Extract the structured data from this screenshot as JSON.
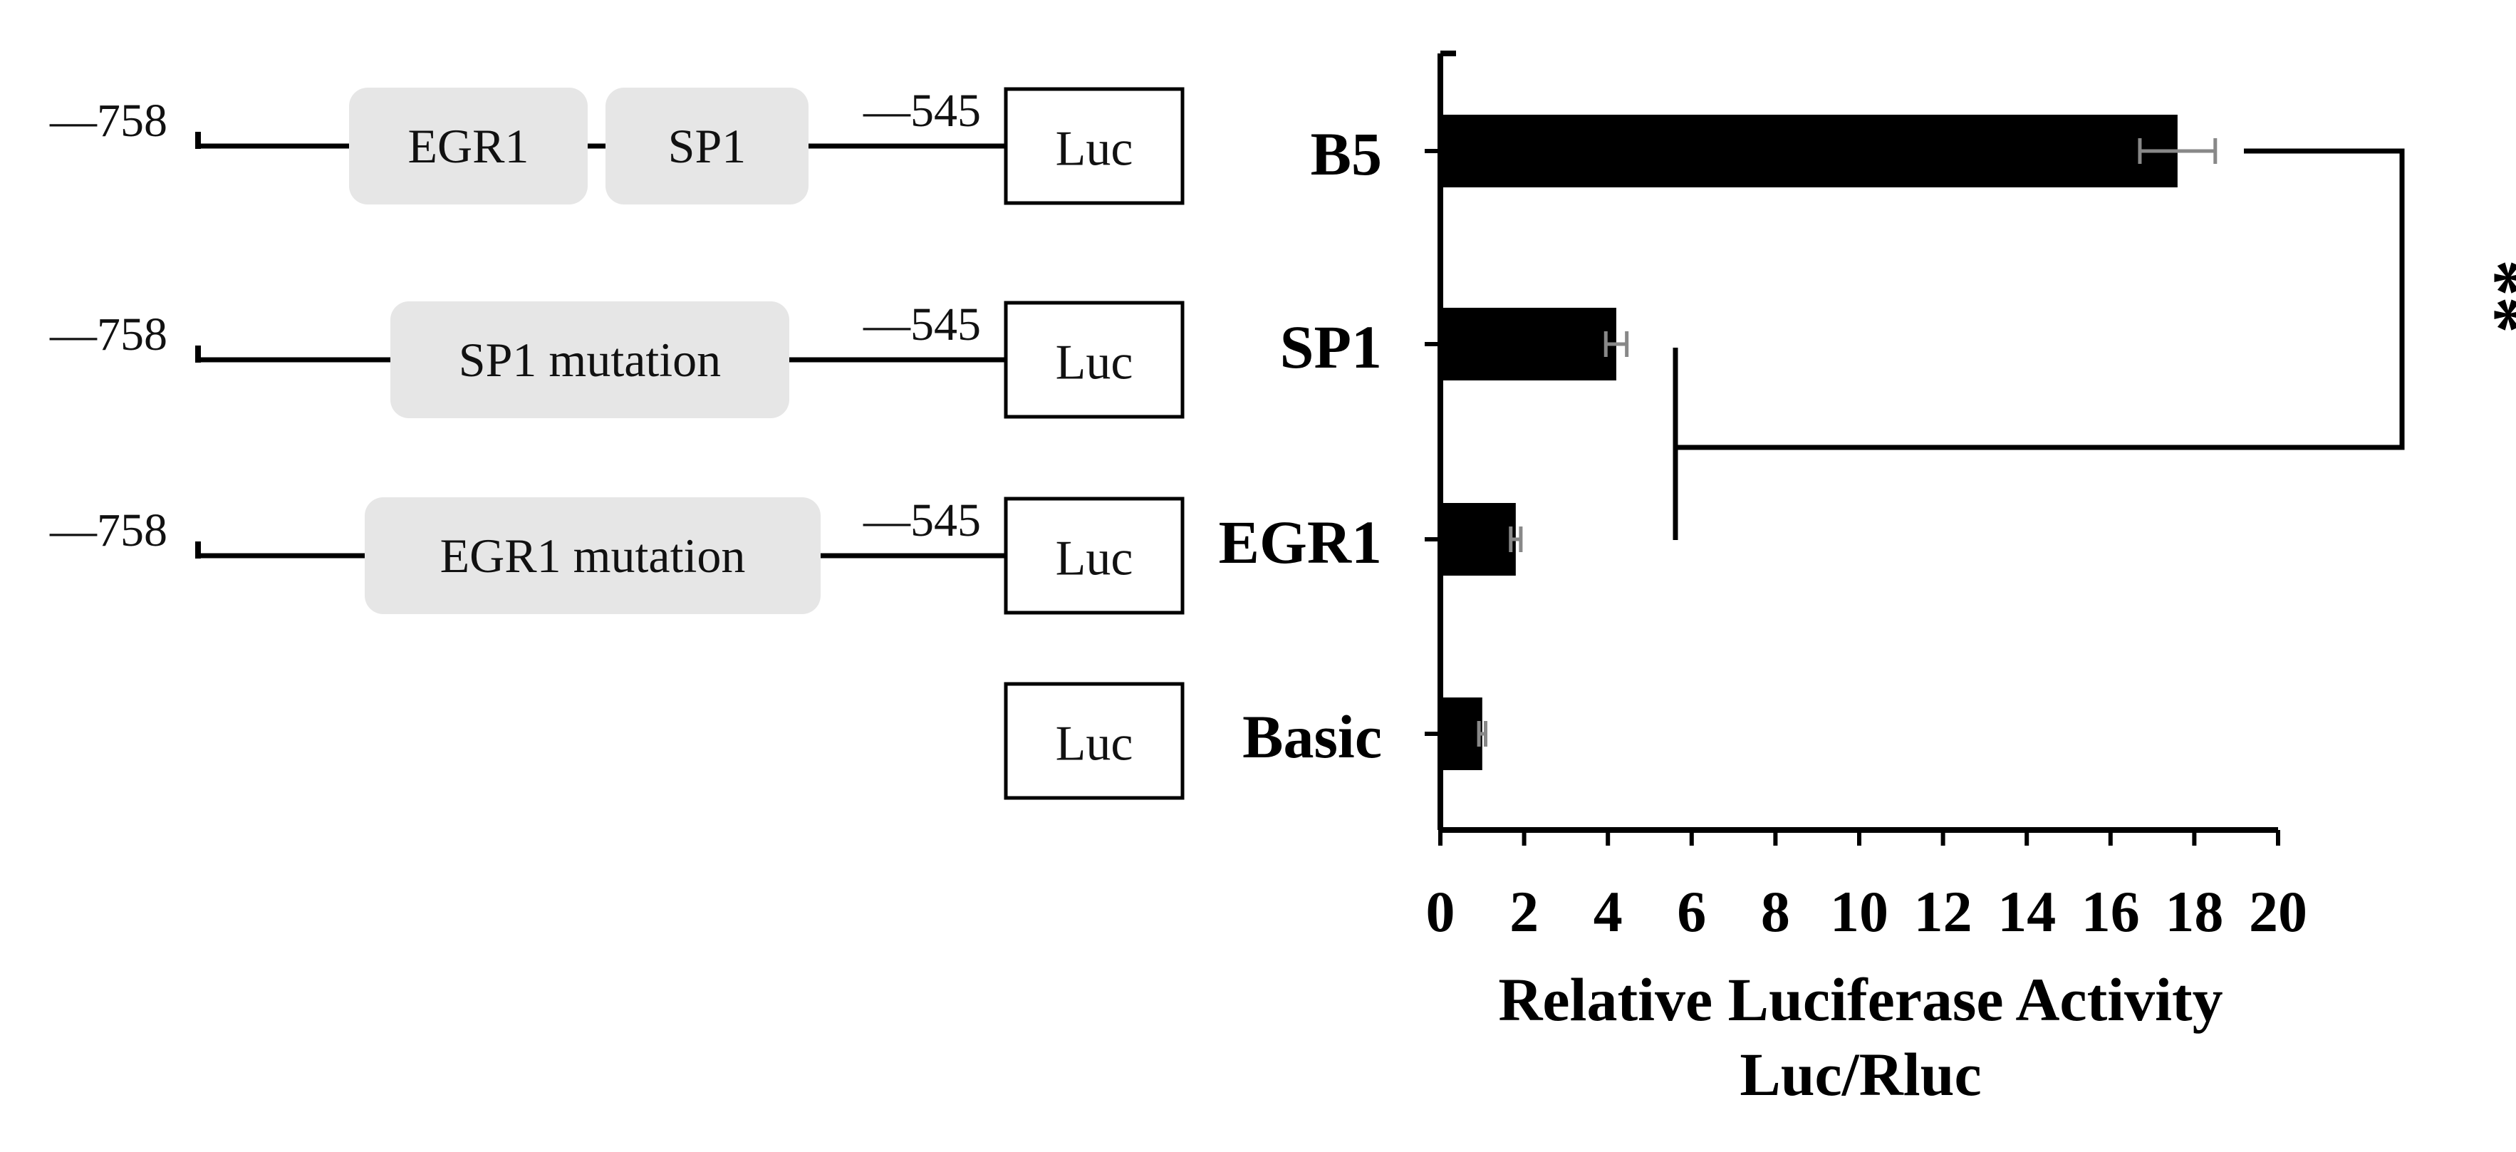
{
  "constructs": [
    {
      "start_label": "—758",
      "end_label": "—545",
      "elements": [
        {
          "label": "EGR1",
          "type": "site"
        },
        {
          "label": "SP1",
          "type": "site"
        }
      ],
      "reporter": "Luc"
    },
    {
      "start_label": "—758",
      "end_label": "—545",
      "elements": [
        {
          "label": "SP1 mutation",
          "type": "site"
        }
      ],
      "reporter": "Luc"
    },
    {
      "start_label": "—758",
      "end_label": "—545",
      "elements": [
        {
          "label": "EGR1 mutation",
          "type": "site"
        }
      ],
      "reporter": "Luc"
    },
    {
      "start_label": "",
      "end_label": "",
      "elements": [],
      "reporter": "Luc"
    }
  ],
  "chart_data": {
    "type": "bar",
    "orientation": "horizontal",
    "categories": [
      "B5",
      "SP1",
      "EGR1",
      "Basic"
    ],
    "values": [
      17.6,
      4.2,
      1.8,
      1.0
    ],
    "errors": [
      0.9,
      0.25,
      0.12,
      0.08
    ],
    "xlabel": "Relative Luciferase Activity",
    "xlabel_line2": "Luc/Rluc",
    "xlim": [
      0,
      20
    ],
    "xticks": [
      "0",
      "2",
      "4",
      "6",
      "8",
      "10",
      "12",
      "14",
      "16",
      "18",
      "20"
    ],
    "grid": false,
    "bar_color": "#000000",
    "error_color": "#888888",
    "significance": {
      "label": "**",
      "between": [
        "B5",
        "SP1"
      ]
    }
  }
}
